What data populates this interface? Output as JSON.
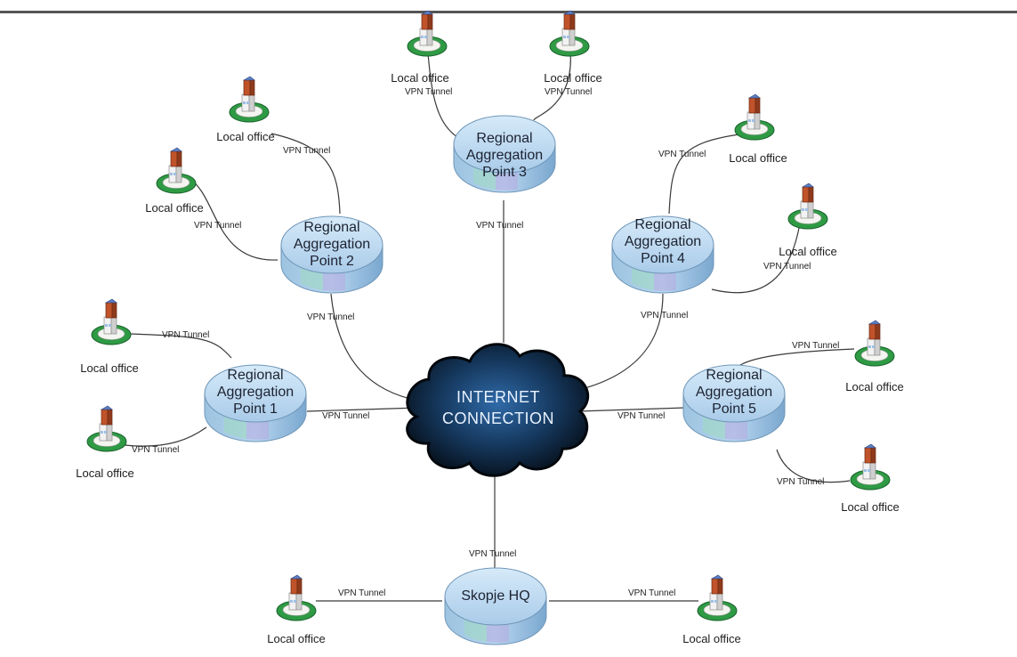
{
  "colors": {
    "hub_top": "#bcd9f2",
    "hub_side": "#8db6d8",
    "cloud_dark": "#0b1c2c",
    "cloud_mid": "#1e4a78",
    "office_green": "#2f9a44",
    "link": "#3a3a3a"
  },
  "cloud": {
    "line1": "INTERNET",
    "line2": "CONNECTION"
  },
  "hubs": {
    "rap1": [
      "Regional",
      "Aggregation",
      "Point 1"
    ],
    "rap2": [
      "Regional",
      "Aggregation",
      "Point 2"
    ],
    "rap3": [
      "Regional",
      "Aggregation",
      "Point 3"
    ],
    "rap4": [
      "Regional",
      "Aggregation",
      "Point 4"
    ],
    "rap5": [
      "Regional",
      "Aggregation",
      "Point 5"
    ],
    "hq": [
      "Skopje HQ"
    ]
  },
  "office_label": "Local office",
  "vpn_label": "VPN Tunnel",
  "icons": {
    "office": "building-icon",
    "cloud": "cloud-icon",
    "hub": "router-disk-icon"
  }
}
